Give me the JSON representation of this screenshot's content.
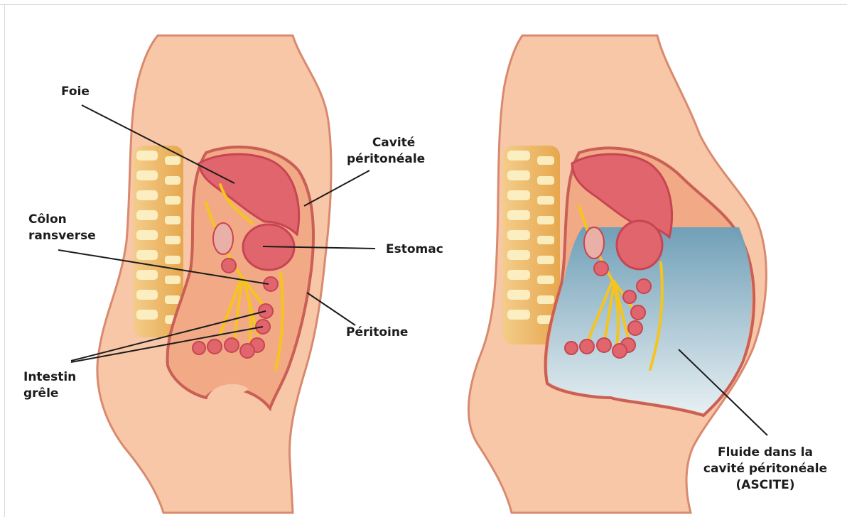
{
  "labels": {
    "foie": "Foie",
    "cavite_line1": "Cavité",
    "cavite_line2": "péritonéale",
    "colon_line1": "Côlon",
    "colon_line2": "ransverse",
    "estomac": "Estomac",
    "peritoine": "Péritoine",
    "intestin_line1": "Intestin",
    "intestin_line2": "grêle",
    "fluide_line1": "Fluide dans la",
    "fluide_line2": "cavité péritonéale",
    "fluide_line3": "(ASCITE)"
  },
  "colors": {
    "skin": "#f7c7a8",
    "skin_outline": "#d98a6e",
    "cavity": "#f2aa86",
    "organ": "#e0656c",
    "organ_dark": "#c74552",
    "nerve": "#f5c41f",
    "spine": "#e9b24a",
    "fluid_top": "#6a9fba",
    "fluid_bottom": "#e6f3f8"
  }
}
